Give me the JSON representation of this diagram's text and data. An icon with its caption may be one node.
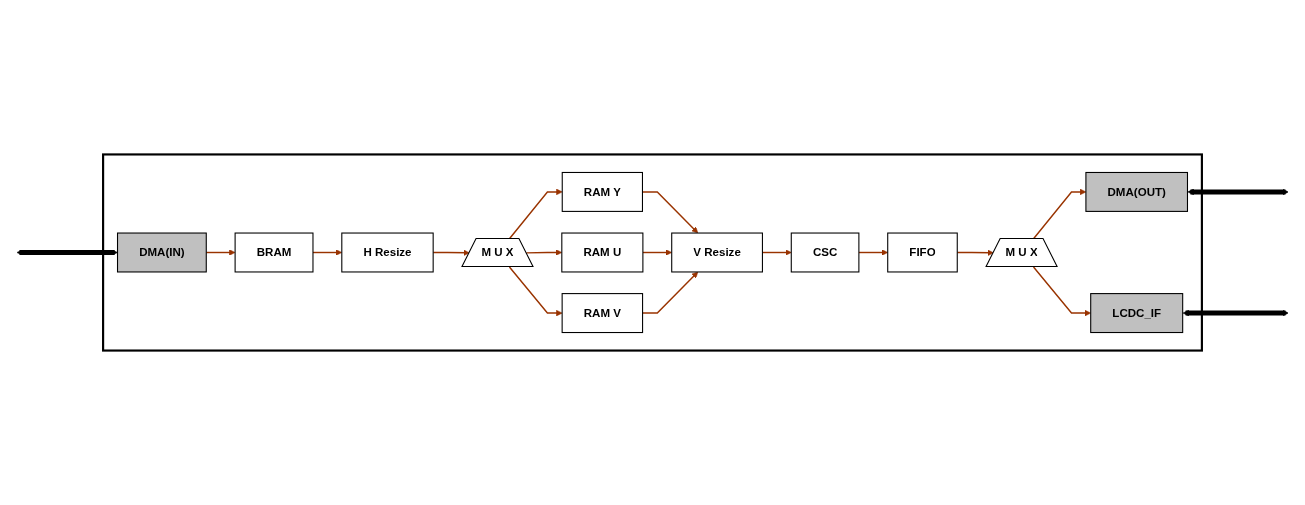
{
  "diagram": {
    "nodes": [
      {
        "text": [],
        "shape": "box"
      },
      {
        "text": [
          "DMA(IN)"
        ],
        "in": 0
      },
      {
        "text": [
          "BRAM"
        ],
        "in": 0
      },
      {
        "text": [
          "H Resize"
        ],
        "in": 0
      },
      {
        "text": [
          "M U X"
        ],
        "in": 0
      },
      {
        "text": [
          "RAM Y"
        ],
        "in": 0
      },
      {
        "text": [
          "RAM U"
        ],
        "in": 0
      },
      {
        "text": [
          "RAM V"
        ],
        "in": 0
      },
      {
        "text": [
          "V Resize"
        ],
        "in": 0
      },
      {
        "text": [
          "CSC"
        ],
        "in": 0
      },
      {
        "text": [
          "FIFO"
        ],
        "in": 0
      },
      {
        "text": [
          "M U X"
        ],
        "in": 0
      },
      {
        "text": [
          "DMA(OUT)"
        ],
        "in": 0
      },
      {
        "text": [
          "LCDC_IF"
        ],
        "in": 0
      }
    ],
    "edges": [
      {
        "from": null,
        "to": 1,
        "arrow": "both",
        "style": "thick",
        "color": "#000000"
      },
      {
        "from": 1,
        "to": 2,
        "arrow": "to"
      },
      {
        "from": 2,
        "to": 3,
        "arrow": "to"
      },
      {
        "from": 3,
        "to": 4,
        "arrow": "to"
      },
      {
        "from": 4,
        "to": 5,
        "arrow": "to"
      },
      {
        "from": 4,
        "to": 6,
        "arrow": "to"
      },
      {
        "from": 4,
        "to": 7,
        "arrow": "to"
      },
      {
        "from": 5,
        "to": 8,
        "arrow": "to"
      },
      {
        "from": 6,
        "to": 8,
        "arrow": "to"
      },
      {
        "from": 7,
        "to": 8,
        "arrow": "to"
      },
      {
        "from": 8,
        "to": 9,
        "arrow": "to"
      },
      {
        "from": 9,
        "to": 10,
        "arrow": "to"
      },
      {
        "from": 10,
        "to": 11,
        "arrow": "to"
      },
      {
        "from": 11,
        "to": 12,
        "arrow": "to"
      },
      {
        "from": 11,
        "to": 13,
        "arrow": "to"
      },
      {
        "from": 12,
        "to": null,
        "arrow": "both",
        "style": "thick",
        "color": "#000000"
      },
      {
        "from": 13,
        "to": null,
        "arrow": "both",
        "style": "thick",
        "color": "#000000"
      }
    ]
  }
}
